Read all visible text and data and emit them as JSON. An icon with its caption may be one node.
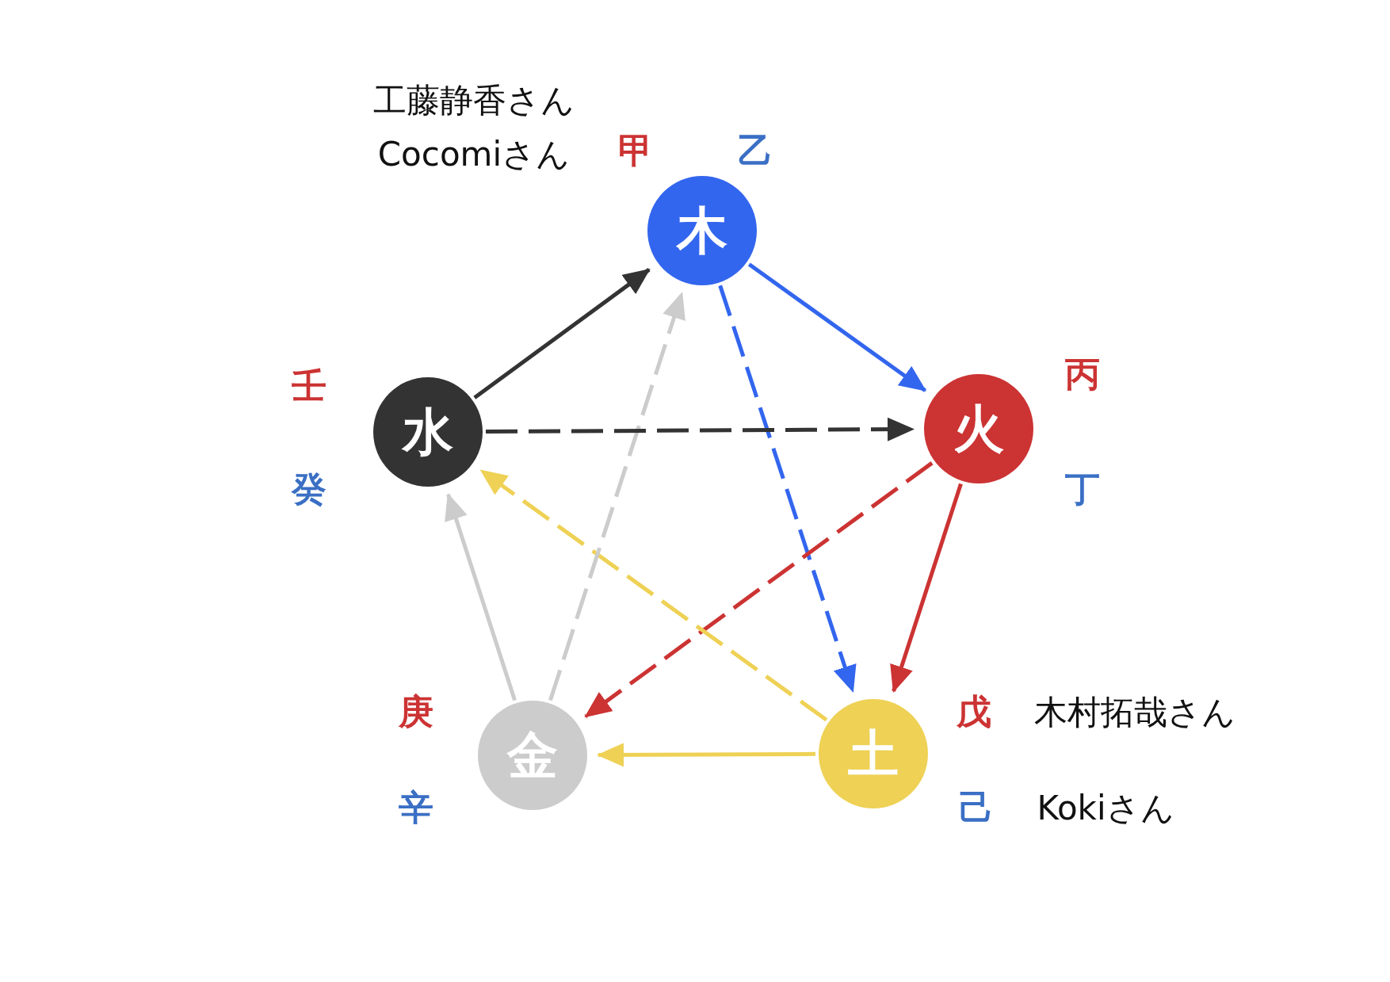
{
  "diagram": {
    "nodes": [
      {
        "text": [
          "木"
        ]
      },
      {
        "text": [
          "火"
        ]
      },
      {
        "text": [
          "土"
        ]
      },
      {
        "text": [
          "金"
        ]
      },
      {
        "text": [
          "水"
        ]
      }
    ],
    "edges": [
      {
        "from": 0,
        "to": 1,
        "arrow": "to",
        "color": "#3366ee"
      },
      {
        "from": 0,
        "to": 2,
        "arrow": "to",
        "style": "dashed",
        "color": "#3366ee"
      },
      {
        "from": 1,
        "to": 2,
        "arrow": "to",
        "color": "#cc3333"
      },
      {
        "from": 1,
        "to": 3,
        "arrow": "to",
        "style": "dashed",
        "color": "#cc3333"
      },
      {
        "from": 2,
        "to": 3,
        "arrow": "to",
        "color": "#eed155"
      },
      {
        "from": 2,
        "to": 4,
        "arrow": "to",
        "style": "dashed",
        "color": "#eed155"
      },
      {
        "from": 3,
        "to": 4,
        "arrow": "to",
        "color": "#cccccc"
      },
      {
        "from": 3,
        "to": 0,
        "arrow": "to",
        "style": "dashed",
        "color": "#cccccc"
      },
      {
        "from": 4,
        "to": 0,
        "arrow": "to",
        "color": "#333333"
      },
      {
        "from": 4,
        "to": 1,
        "arrow": "to",
        "style": "dashed",
        "color": "#333333"
      }
    ],
    "labels": [
      "工藤静香さん",
      "Cocomiさん",
      "甲",
      "乙",
      "丙",
      "壬",
      "丁",
      "癸",
      "戊",
      "木村拓哉さん",
      "庚",
      "己",
      "Kokiさん",
      "辛"
    ]
  }
}
